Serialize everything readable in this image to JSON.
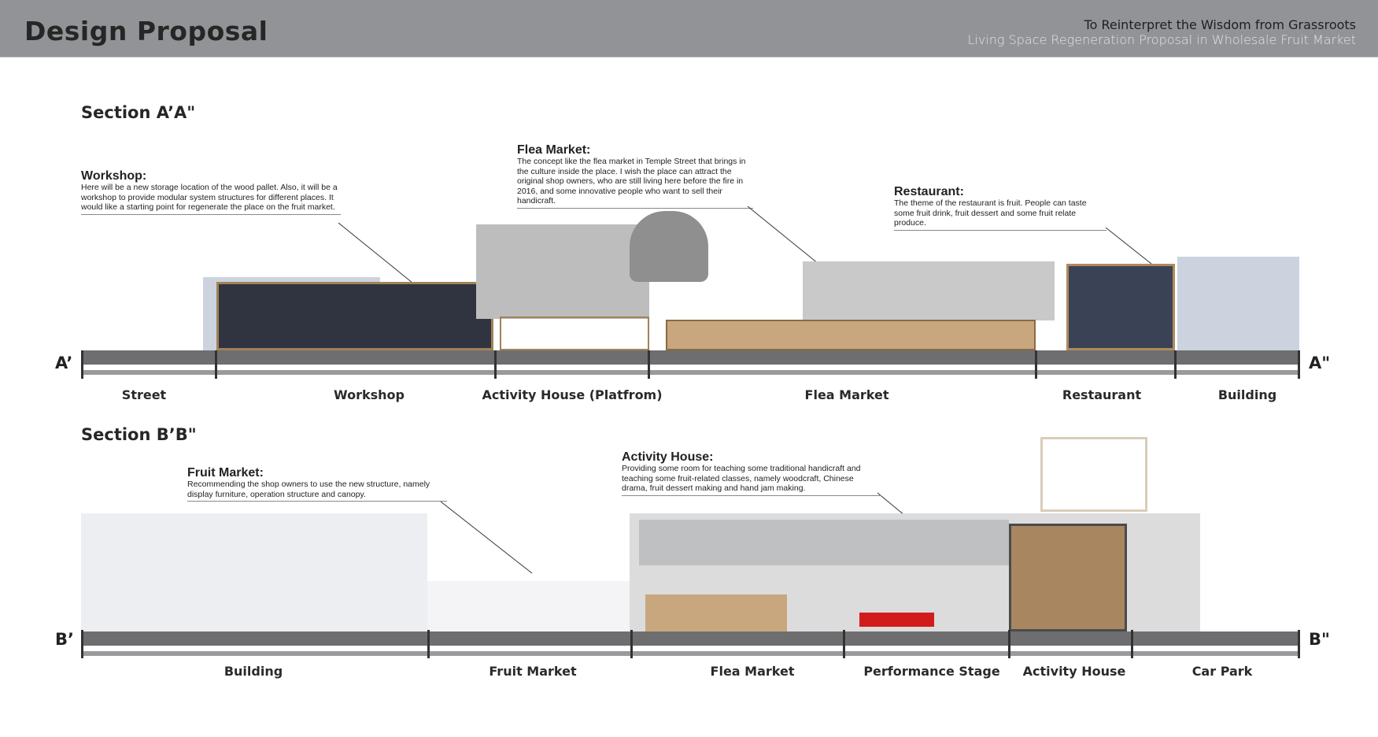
{
  "header": {
    "title": "Design Proposal",
    "subtitle_1": "To Reinterpret the Wisdom from Grassroots",
    "subtitle_2": "Living Space Regeneration Proposal in Wholesale Fruit Market"
  },
  "section_a": {
    "title": "Section A’A\"",
    "end_left": "A’",
    "end_right": "A\"",
    "zones": [
      "Street",
      "Workshop",
      "Activity House (Platfrom)",
      "Flea Market",
      "Restaurant",
      "Building"
    ],
    "annotations": [
      {
        "heading": "Workshop:",
        "text": "Here will be a new storage location of the wood pallet. Also, it will be a workshop to provide modular system structures for different places. It would like a starting point for regenerate the place on the fruit market."
      },
      {
        "heading": "Flea Market:",
        "text": "The concept like the flea market in Temple Street that brings in the culture inside the place. I wish the place can attract the original shop owners, who are still living here before the fire in 2016, and some innovative people who want to sell their handicraft."
      },
      {
        "heading": "Restaurant:",
        "text": "The theme of the restaurant is fruit. People can taste some fruit drink, fruit dessert and some fruit relate produce."
      }
    ]
  },
  "section_b": {
    "title": "Section B’B\"",
    "end_left": "B’",
    "end_right": "B\"",
    "zones": [
      "Building",
      "Fruit Market",
      "Flea Market",
      "Performance Stage",
      "Activity House",
      "Car Park"
    ],
    "annotations": [
      {
        "heading": "Fruit Market:",
        "text": "Recommending the shop owners to use the new structure, namely display furniture, operation structure and canopy."
      },
      {
        "heading": "Activity House:",
        "text": "Providing some room for teaching some traditional handicraft and teaching some fruit-related classes, namely woodcraft, Chinese drama, fruit dessert making and hand jam making."
      }
    ]
  }
}
